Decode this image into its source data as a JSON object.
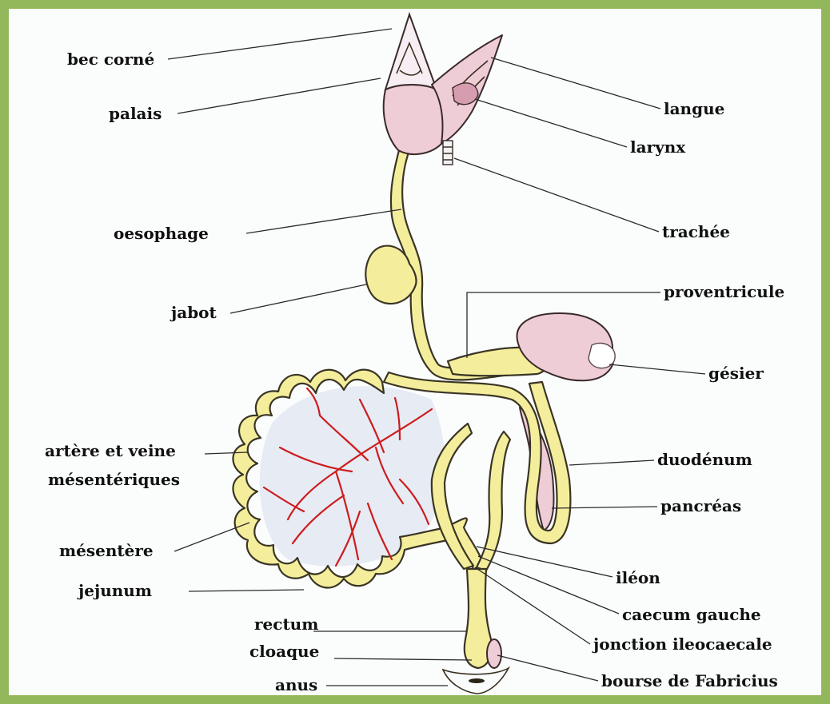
{
  "labels": {
    "left": {
      "bec_corne": "bec corné",
      "palais": "palais",
      "oesophage": "oesophage",
      "jabot": "jabot",
      "artere_line1": "artère et veine",
      "artere_line2": "mésentériques",
      "mesentere": "mésentère",
      "jejunum": "jejunum",
      "rectum": "rectum",
      "cloaque": "cloaque",
      "anus": "anus"
    },
    "right": {
      "langue": "langue",
      "larynx": "larynx",
      "trachee": "trachée",
      "proventricule": "proventricule",
      "gesier": "gésier",
      "duodenum": "duodénum",
      "pancreas": "pancréas",
      "ileon": "iléon",
      "caecum_gauche": "caecum gauche",
      "jonction": "jonction ileocaecale",
      "bourse": "bourse de Fabricius"
    }
  },
  "colors": {
    "frame": "#93b85c",
    "gut": "#f4ee9c",
    "pink_organ": "#efcdd6",
    "artery": "#cc1d1d",
    "mesentery": "#e7ebf4"
  }
}
